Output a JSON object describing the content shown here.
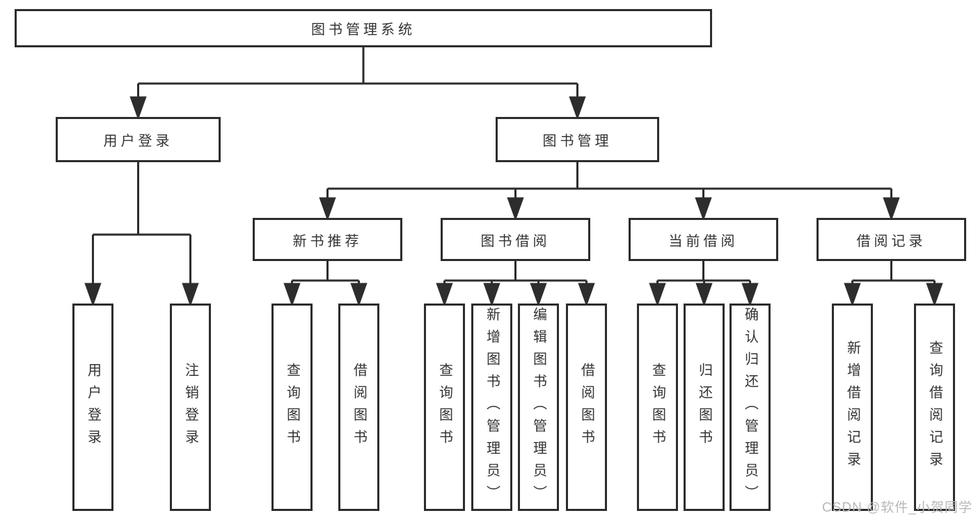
{
  "diagram": {
    "background": "#ffffff",
    "line_color": "#2d2d2d",
    "text_color": "#333333",
    "watermark_color": "#b8b8b8",
    "root": {
      "label": "图书管理系统"
    },
    "level2": [
      {
        "label": "用户登录"
      },
      {
        "label": "图书管理"
      }
    ],
    "level3": [
      {
        "label": "新书推荐"
      },
      {
        "label": "图书借阅"
      },
      {
        "label": "当前借阅"
      },
      {
        "label": "借阅记录"
      }
    ],
    "leaves": [
      {
        "label": "用户登录"
      },
      {
        "label": "注销登录"
      },
      {
        "label": "查询图书"
      },
      {
        "label": "借阅图书"
      },
      {
        "label": "查询图书"
      },
      {
        "label": "新增图书（管理员）"
      },
      {
        "label": "编辑图书（管理员）"
      },
      {
        "label": "借阅图书"
      },
      {
        "label": "查询图书"
      },
      {
        "label": "归还图书"
      },
      {
        "label": "确认归还（管理员）"
      },
      {
        "label": "新增借阅记录"
      },
      {
        "label": "查询借阅记录"
      }
    ],
    "watermark": "CSDN @软件_小贺同学"
  }
}
